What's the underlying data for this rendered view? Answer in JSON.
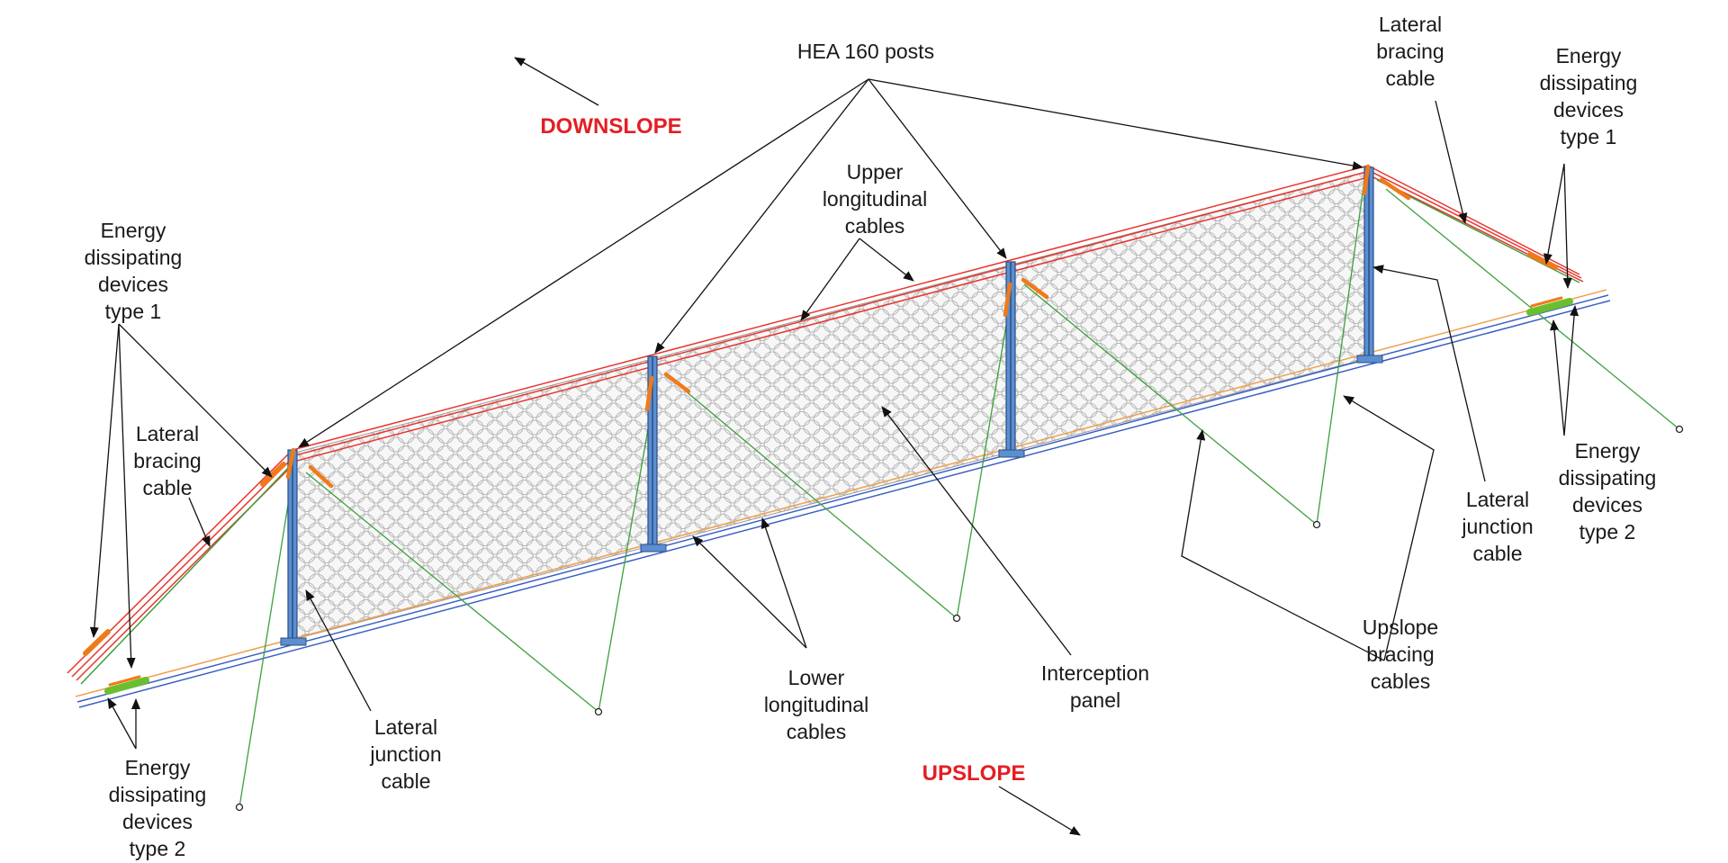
{
  "directions": {
    "downslope": "DOWNSLOPE",
    "upslope": "UPSLOPE"
  },
  "labels": {
    "posts": [
      "HEA 160 posts"
    ],
    "upper_cables": [
      "Upper",
      "longitudinal",
      "cables"
    ],
    "lower_cables": [
      "Lower",
      "longitudinal",
      "cables"
    ],
    "interception_panel": [
      "Interception",
      "panel"
    ],
    "upslope_bracing": [
      "Upslope",
      "bracing",
      "cables"
    ],
    "lateral_junction_left": [
      "Lateral",
      "junction",
      "cable"
    ],
    "lateral_junction_right": [
      "Lateral",
      "junction",
      "cable"
    ],
    "lateral_bracing_left": [
      "Lateral",
      "bracing",
      "cable"
    ],
    "lateral_bracing_right": [
      "Lateral",
      "bracing",
      "cable"
    ],
    "edd1_left": [
      "Energy",
      "dissipating",
      "devices",
      "type 1"
    ],
    "edd1_right": [
      "Energy",
      "dissipating",
      "devices",
      "type 1"
    ],
    "edd2_left": [
      "Energy",
      "dissipating",
      "devices",
      "type 2"
    ],
    "edd2_right": [
      "Energy",
      "dissipating",
      "devices",
      "type 2"
    ]
  },
  "colors": {
    "upper_cable": "#e8352e",
    "lower_cable": "#3a5fc4",
    "lower_cable_orange": "#f0a050",
    "bracing_cable": "#3ca03c",
    "post": "#5b8fd0",
    "post_dark": "#2c4f86",
    "device_type1": "#f07a1a",
    "device_type2": "#6abf2e",
    "mesh": "#b8b8b8",
    "direction_text": "#e31e24"
  }
}
